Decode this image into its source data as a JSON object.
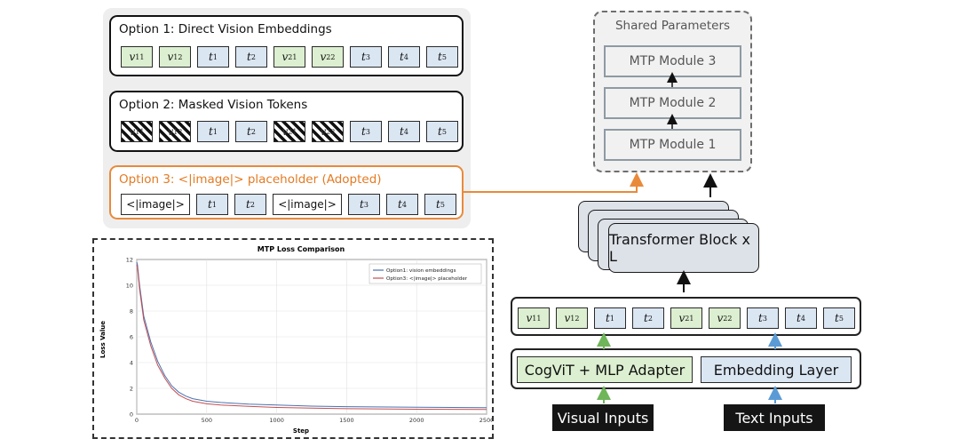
{
  "options": [
    {
      "title": "Option 1: Direct Vision Embeddings",
      "tokens": [
        {
          "text": "v",
          "sub": "11",
          "kind": "v"
        },
        {
          "text": "v",
          "sub": "12",
          "kind": "v"
        },
        {
          "text": "t",
          "sub": "1",
          "kind": "t"
        },
        {
          "text": "t",
          "sub": "2",
          "kind": "t"
        },
        {
          "text": "v",
          "sub": "21",
          "kind": "v"
        },
        {
          "text": "v",
          "sub": "22",
          "kind": "v"
        },
        {
          "text": "t",
          "sub": "3",
          "kind": "t"
        },
        {
          "text": "t",
          "sub": "4",
          "kind": "t"
        },
        {
          "text": "t",
          "sub": "5",
          "kind": "t"
        }
      ]
    },
    {
      "title": "Option 2: Masked Vision Tokens",
      "tokens": [
        {
          "text": "v",
          "sub": "11",
          "kind": "m"
        },
        {
          "text": "v",
          "sub": "12",
          "kind": "m"
        },
        {
          "text": "t",
          "sub": "1",
          "kind": "t"
        },
        {
          "text": "t",
          "sub": "2",
          "kind": "t"
        },
        {
          "text": "v",
          "sub": "21",
          "kind": "m"
        },
        {
          "text": "v",
          "sub": "22",
          "kind": "m"
        },
        {
          "text": "t",
          "sub": "3",
          "kind": "t"
        },
        {
          "text": "t",
          "sub": "4",
          "kind": "t"
        },
        {
          "text": "t",
          "sub": "5",
          "kind": "t"
        }
      ]
    },
    {
      "title": "Option 3: <|image|> placeholder (Adopted)",
      "tokens": [
        {
          "text": "<|image|>",
          "sub": "",
          "kind": "img"
        },
        {
          "text": "t",
          "sub": "1",
          "kind": "t"
        },
        {
          "text": "t",
          "sub": "2",
          "kind": "t"
        },
        {
          "text": "<|image|>",
          "sub": "",
          "kind": "img"
        },
        {
          "text": "t",
          "sub": "3",
          "kind": "t"
        },
        {
          "text": "t",
          "sub": "4",
          "kind": "t"
        },
        {
          "text": "t",
          "sub": "5",
          "kind": "t"
        }
      ]
    }
  ],
  "shared": {
    "title": "Shared Parameters",
    "modules": [
      "MTP Module 3",
      "MTP Module 2",
      "MTP Module 1"
    ]
  },
  "transformer": {
    "label": "Transformer Block x L"
  },
  "sequence": [
    {
      "text": "v",
      "sub": "11",
      "kind": "v"
    },
    {
      "text": "v",
      "sub": "12",
      "kind": "v"
    },
    {
      "text": "t",
      "sub": "1",
      "kind": "t"
    },
    {
      "text": "t",
      "sub": "2",
      "kind": "t"
    },
    {
      "text": "v",
      "sub": "21",
      "kind": "v"
    },
    {
      "text": "v",
      "sub": "22",
      "kind": "v"
    },
    {
      "text": "t",
      "sub": "3",
      "kind": "t"
    },
    {
      "text": "t",
      "sub": "4",
      "kind": "t"
    },
    {
      "text": "t",
      "sub": "5",
      "kind": "t"
    }
  ],
  "encoders": {
    "vision": "CogViT + MLP Adapter",
    "text": "Embedding Layer"
  },
  "inputs": {
    "visual": "Visual Inputs",
    "text": "Text Inputs"
  },
  "colors": {
    "orange": "#e98a3a",
    "green_arrow": "#6fb55a",
    "blue_arrow": "#5b9bd5",
    "vision_token": "#dcefd0",
    "text_token": "#dbe6f3"
  },
  "chart_data": {
    "type": "line",
    "title": "MTP Loss Comparison",
    "xlabel": "Step",
    "ylabel": "Loss Value",
    "xlim": [
      0,
      2500
    ],
    "ylim": [
      0,
      12
    ],
    "xticks": [
      0,
      500,
      1000,
      1500,
      2000,
      2500
    ],
    "yticks": [
      0,
      2,
      4,
      6,
      8,
      10,
      12
    ],
    "grid": true,
    "legend_position": "top-right",
    "series": [
      {
        "name": "Option1: vision embeddings",
        "color": "#4c72b0",
        "x": [
          0,
          5,
          20,
          50,
          100,
          150,
          200,
          250,
          300,
          350,
          400,
          500,
          600,
          800,
          1000,
          1250,
          1500,
          2000,
          2500
        ],
        "y": [
          11.8,
          11.6,
          10.0,
          7.6,
          5.6,
          4.1,
          3.0,
          2.2,
          1.7,
          1.4,
          1.2,
          1.0,
          0.9,
          0.78,
          0.7,
          0.62,
          0.58,
          0.53,
          0.5
        ]
      },
      {
        "name": "Option3: <|image|> placeholder",
        "color": "#c44e52",
        "x": [
          0,
          5,
          20,
          50,
          100,
          150,
          200,
          250,
          300,
          350,
          400,
          500,
          600,
          800,
          1000,
          1250,
          1500,
          2000,
          2500
        ],
        "y": [
          11.6,
          11.4,
          9.7,
          7.3,
          5.3,
          3.8,
          2.8,
          2.0,
          1.5,
          1.2,
          1.0,
          0.8,
          0.7,
          0.6,
          0.52,
          0.46,
          0.42,
          0.38,
          0.36
        ]
      }
    ]
  }
}
